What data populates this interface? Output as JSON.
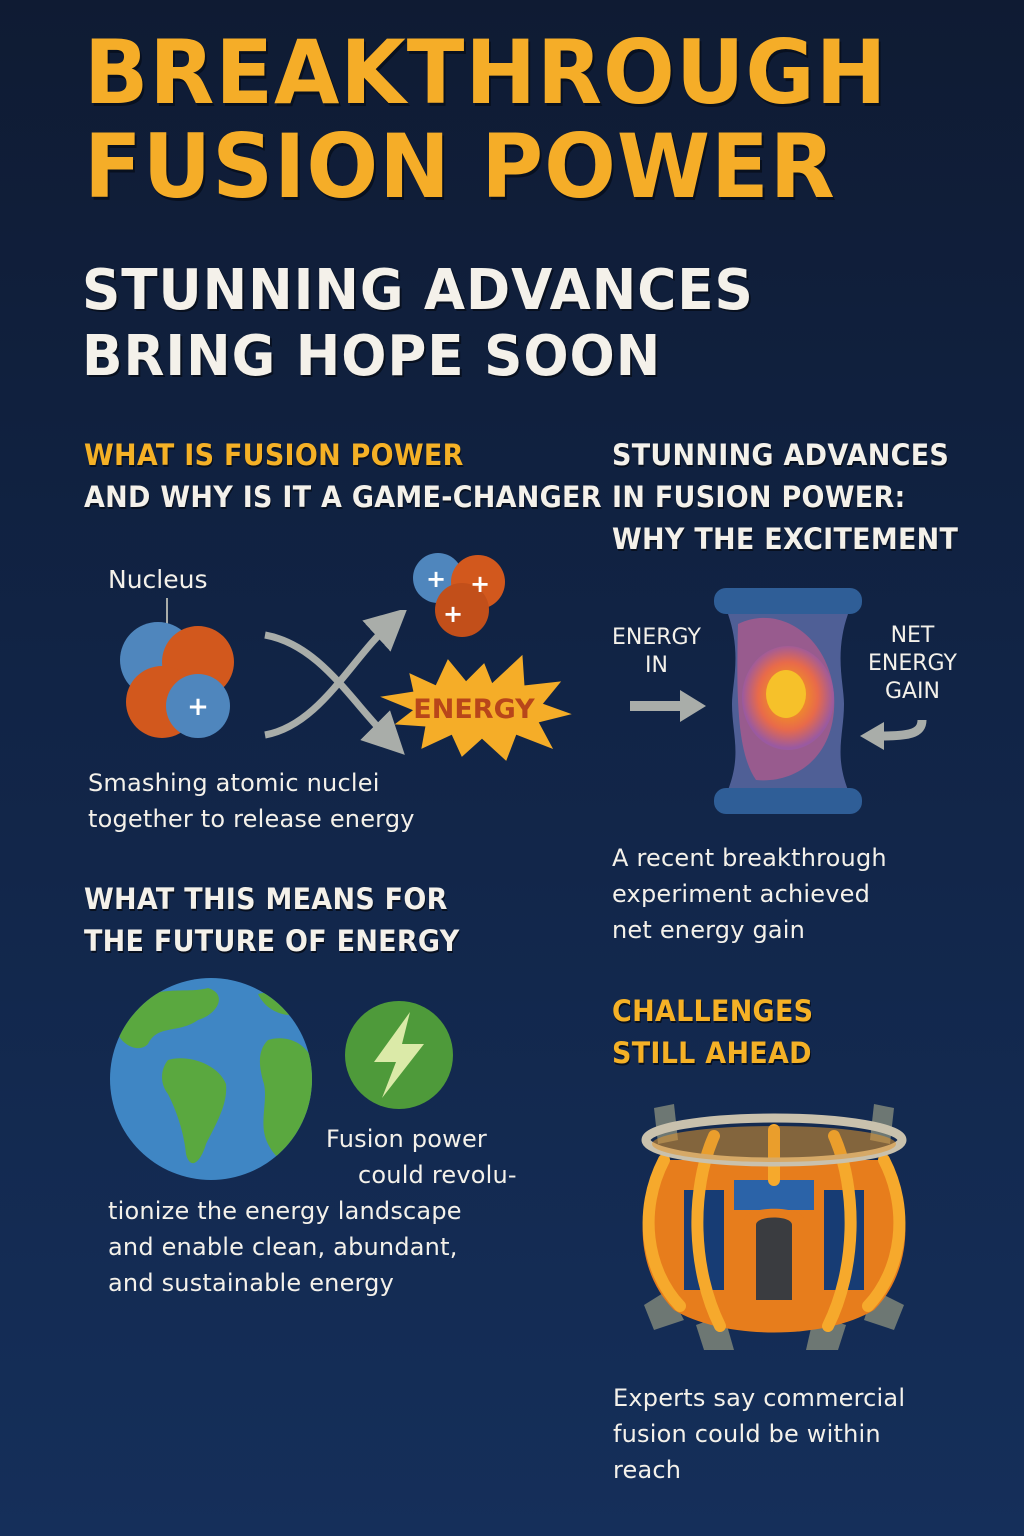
{
  "header": {
    "title_line1": "BREAKTHROUGH",
    "title_line2": "FUSION POWER",
    "subtitle_line1": "STUNNING ADVANCES",
    "subtitle_line2": "BRING HOPE SOON"
  },
  "what_is": {
    "heading_line1": "WHAT IS FUSION POWER",
    "heading_line2": "AND WHY IS IT A GAME-CHANGER",
    "nucleus_label": "Nucleus",
    "energy_burst_label": "ENERGY",
    "proton_symbol": "+",
    "caption_line1": "Smashing atomic nuclei",
    "caption_line2": "together to release energy"
  },
  "advances": {
    "heading_line1": "STUNNING ADVANCES",
    "heading_line2": "IN FUSION POWER:",
    "heading_line3": "WHY THE EXCITEMENT",
    "energy_in_line1": "ENERGY",
    "energy_in_line2": "IN",
    "net_gain_line1": "NET",
    "net_gain_line2": "ENERGY",
    "net_gain_line3": "GAIN",
    "caption_line1": "A recent breakthrough",
    "caption_line2": "experiment achieved",
    "caption_line3": "net energy gain"
  },
  "future": {
    "heading_line1": "WHAT THIS MEANS FOR",
    "heading_line2": "THE FUTURE OF ENERGY",
    "caption_line1": "Fusion power",
    "caption_line2": "could revolu-",
    "caption_line3": "tionize the energy landscape",
    "caption_line4": "and enable clean, abundant,",
    "caption_line5": "and sustainable energy"
  },
  "challenges": {
    "heading_line1": "CHALLENGES",
    "heading_line2": "STILL AHEAD",
    "caption_line1": "Experts say commercial",
    "caption_line2": "fusion could be within",
    "caption_line3": "reach"
  },
  "colors": {
    "background_top": "#0f1b33",
    "background_bottom": "#152f5a",
    "accent_yellow": "#f5ad28",
    "text_white": "#f4f1ea",
    "proton_blue": "#4f86bd",
    "neutron_orange": "#d2581d",
    "earth_ocean": "#3f86c4",
    "earth_land": "#5aa83f",
    "arrow_gray": "#a9ada9"
  }
}
